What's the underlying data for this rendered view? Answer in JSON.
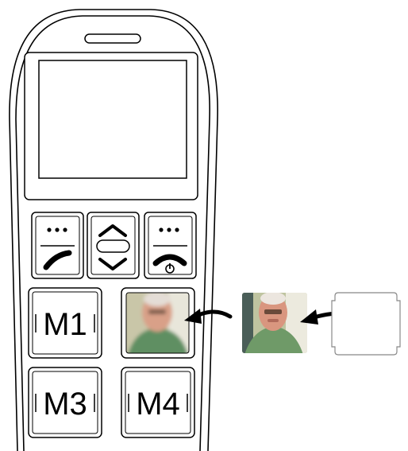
{
  "keys": {
    "m1": "M1",
    "m2": "",
    "m3": "M3",
    "m4": "M4"
  },
  "colors": {
    "line": "#000000",
    "photo_skin": "#d9a088",
    "photo_shirt": "#5f8f62",
    "photo_background": "#c9c6a8"
  },
  "icons": {
    "call_key": "phone-off-hook-icon",
    "end_key": "phone-hang-up-power-icon",
    "nav_key": "up-down-arrows-icon",
    "menu_dots": "ellipsis-icon",
    "insert_arrow": "curved-arrow-icon"
  }
}
